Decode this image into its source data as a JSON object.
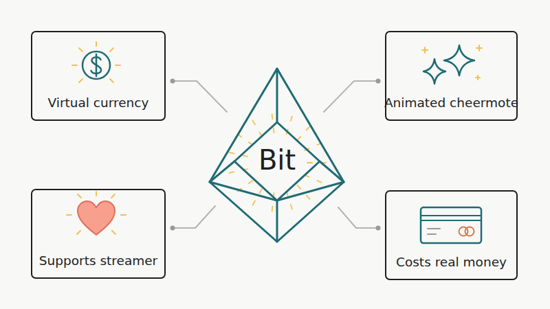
{
  "diagram": {
    "nodes": [
      {
        "text": [
          "Virtual currency"
        ]
      },
      {
        "text": [
          "Animated cheermote"
        ]
      },
      {
        "text": [
          "Bit"
        ]
      },
      {
        "text": [
          "Supports streamer"
        ]
      },
      {
        "text": [
          "Costs real money"
        ]
      }
    ],
    "edges": [
      {
        "from": 0,
        "to": 2,
        "arrow": "none"
      },
      {
        "from": 1,
        "to": 2,
        "arrow": "none"
      },
      {
        "from": 3,
        "to": 2,
        "arrow": "none"
      },
      {
        "from": 4,
        "to": 2,
        "arrow": "none"
      }
    ]
  }
}
